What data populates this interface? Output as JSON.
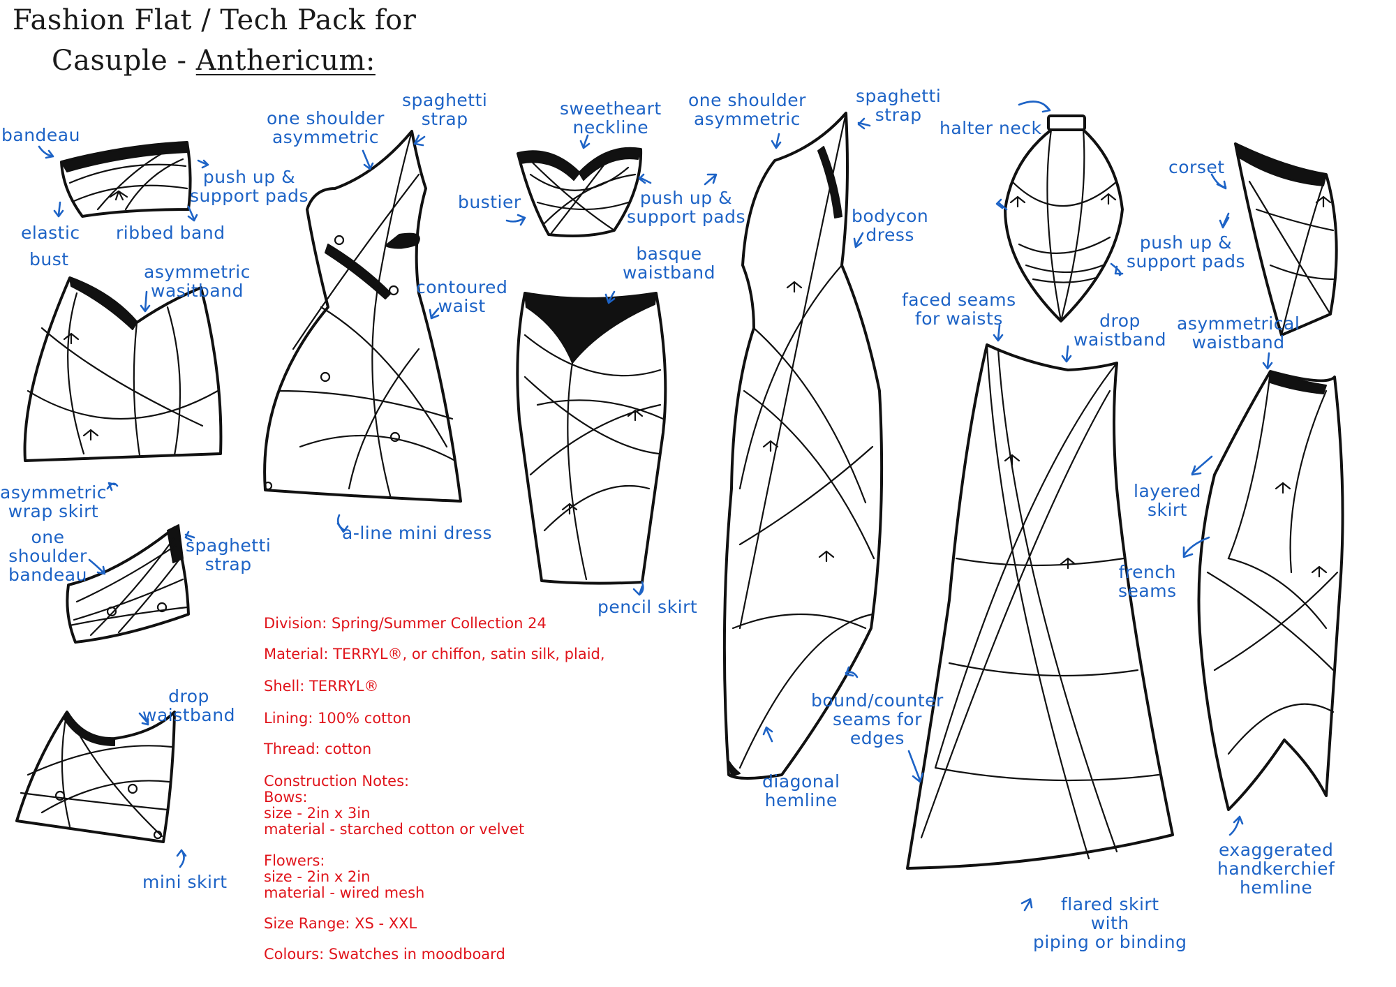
{
  "title": {
    "line1": "Fashion Flat / Tech Pack for",
    "line2_prefix": "Casuple - ",
    "line2_underlined": "Anthericum:"
  },
  "labels": {
    "bandeau": "bandeau",
    "push_up_1": "push up &\nsupport pads",
    "elastic": "elastic",
    "ribbed_band": "ribbed band",
    "bust": "bust",
    "asymmetric_wasitband": "asymmetric\nwasitband",
    "asymmetric_wrap_skirt": "asymmetric\nwrap skirt",
    "one_shoulder_bandeau": "one\nshoulder\nbandeau",
    "spaghetti_strap_1": "spaghetti\nstrap",
    "drop_waistband_1": "drop\nwaistband",
    "mini_skirt": "mini skirt",
    "one_shoulder_asym_1": "one shoulder\nasymmetric",
    "spaghetti_strap_2": "spaghetti\nstrap",
    "contoured_waist": "contoured\nwaist",
    "a_line_mini_dress": "a-line mini dress",
    "sweetheart_neckline": "sweetheart\nneckline",
    "bustier": "bustier",
    "push_up_2": "push up &\nsupport pads",
    "basque_waistband": "basque\nwaistband",
    "pencil_skirt": "pencil skirt",
    "one_shoulder_asym_2": "one shoulder\nasymmetric",
    "spaghetti_strap_3": "spaghetti\nstrap",
    "bodycon_dress": "bodycon\ndress",
    "bound_counter_seams": "bound/counter\nseams for\nedges",
    "diagonal_hemline": "diagonal\nhemline",
    "halter_neck": "halter neck",
    "corset": "corset",
    "push_up_3": "push up &\nsupport pads",
    "faced_seams": "faced seams\nfor waists",
    "drop_waistband_2": "drop\nwaistband",
    "asymmetrical_waistband": "asymmetrical\nwaistband",
    "layered_skirt": "layered\nskirt",
    "french_seams": "french\nseams",
    "flared_skirt": "flared skirt\nwith\npiping or binding",
    "handkerchief_hemline": "exaggerated\nhandkerchief\nhemline"
  },
  "specs": {
    "division": "Division: Spring/Summer Collection 24",
    "material": "Material: TERRYL®, or chiffon, satin silk, plaid,",
    "shell": "Shell: TERRYL®",
    "lining": "Lining: 100% cotton",
    "thread": "Thread: cotton",
    "construction": "Construction Notes:\nBows:\nsize - 2in x 3in\nmaterial - starched cotton or velvet",
    "flowers": "Flowers:\nsize - 2in x 2in\nmaterial - wired mesh",
    "size_range": "Size Range: XS - XXL",
    "colours": "Colours: Swatches in moodboard"
  },
  "colors": {
    "annotation": "#1d63c6",
    "spec_text": "#e0141b",
    "ink": "#111111"
  }
}
